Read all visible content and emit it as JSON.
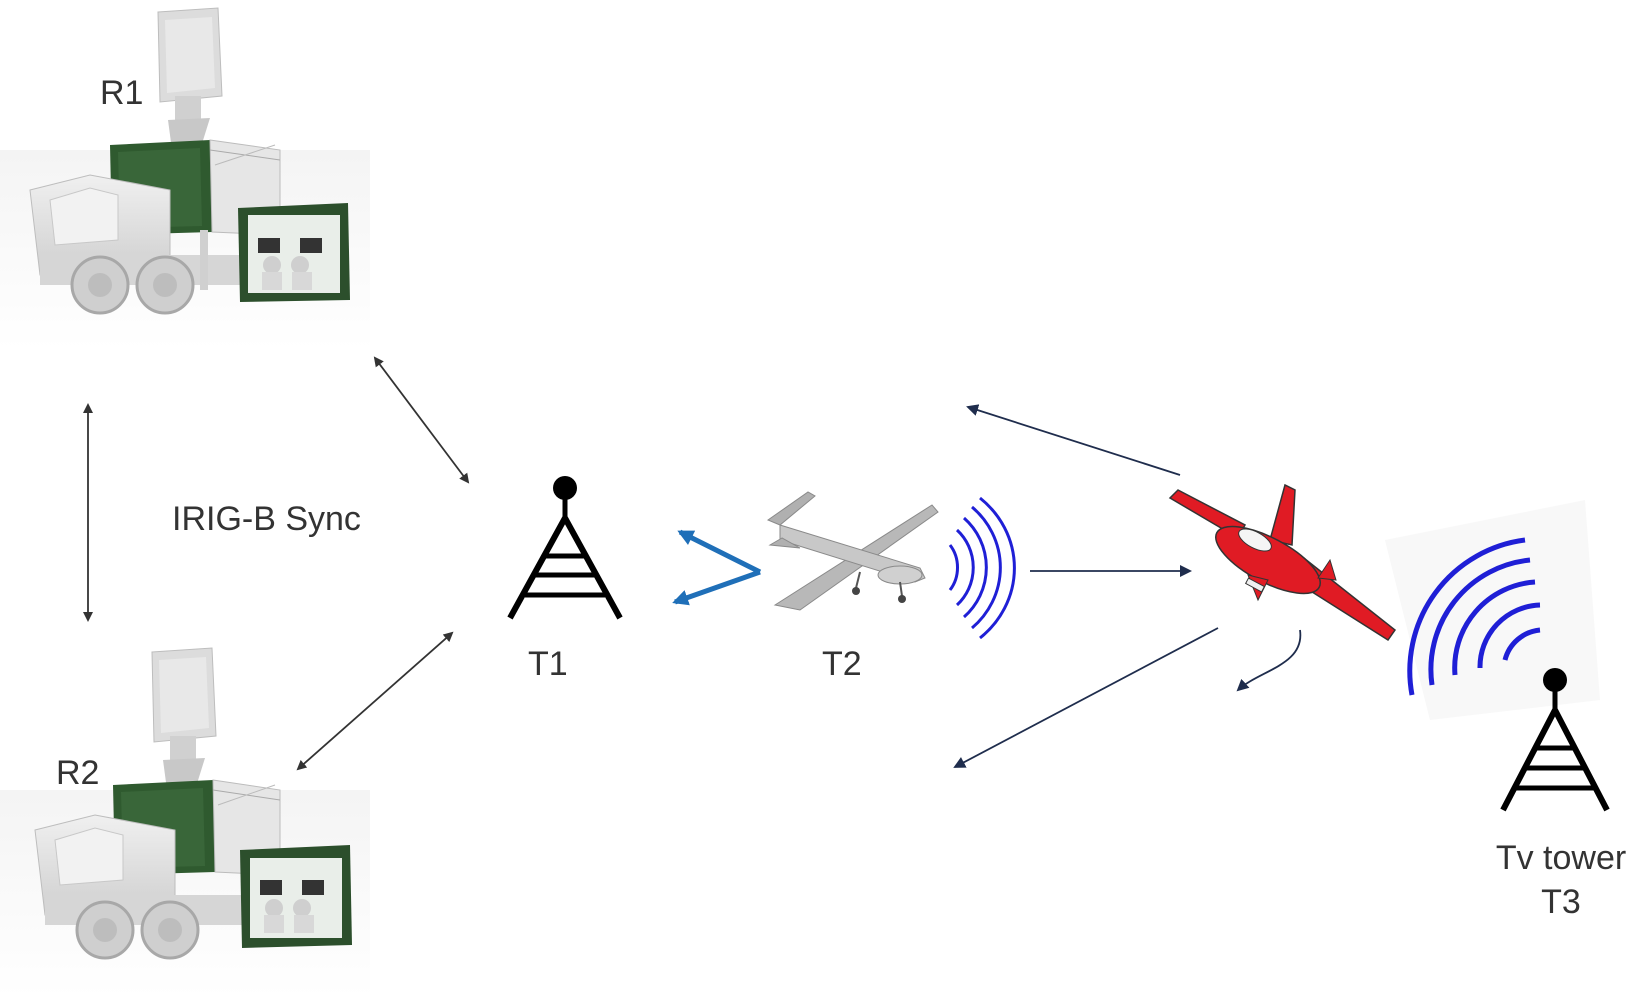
{
  "labels": {
    "r1": "R1",
    "r2": "R2",
    "sync": "IRIG-B Sync",
    "t1": "T1",
    "t2": "T2",
    "tv_line1": "Tv tower",
    "tv_line2": "T3"
  },
  "colors": {
    "text": "#333333",
    "link_arrow": "#333333",
    "signal_arrow": "#1f2d4d",
    "blue_arrow": "#1f6fb8",
    "radio_waves": "#1f1fd6",
    "aircraft": "#e01b24",
    "drone": "#b8b8b8",
    "truck_body": "#e3e3e3",
    "shelter_green": "#2f5a2f",
    "tower": "#000000"
  },
  "icons": {
    "radar_r1": "radar-truck-icon",
    "radar_r2": "radar-truck-icon",
    "tower_t1": "transmitter-tower-icon",
    "drone_t2": "uav-drone-icon",
    "target_aircraft": "jet-aircraft-icon",
    "tower_t3": "tv-tower-icon",
    "waves": "radio-waves-icon"
  }
}
